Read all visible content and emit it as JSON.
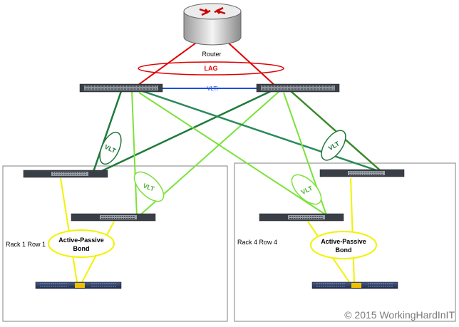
{
  "diagram": {
    "router_label": "Router",
    "lag_label": "LAG",
    "vlti_label": "VLTi",
    "vlt_labels": [
      "VLT",
      "VLT",
      "VLT",
      "VLT"
    ],
    "racks": [
      {
        "label": "Rack 1 Row 1",
        "bond_label_1": "Active-Passive",
        "bond_label_2": "Bond"
      },
      {
        "label": "Rack 4 Row 4",
        "bond_label_1": "Active-Passive",
        "bond_label_2": "Bond"
      }
    ],
    "watermark": "© 2015 WorkingHardInIT"
  },
  "colors": {
    "lag": "#e00000",
    "vlti": "#1a4fe0",
    "dark_green": "#1f7a3a",
    "green": "#3aa43a",
    "light_green": "#7be23a",
    "bond": "#f2f200",
    "rack_border": "#808080",
    "switch_body": "#3a3f47"
  }
}
